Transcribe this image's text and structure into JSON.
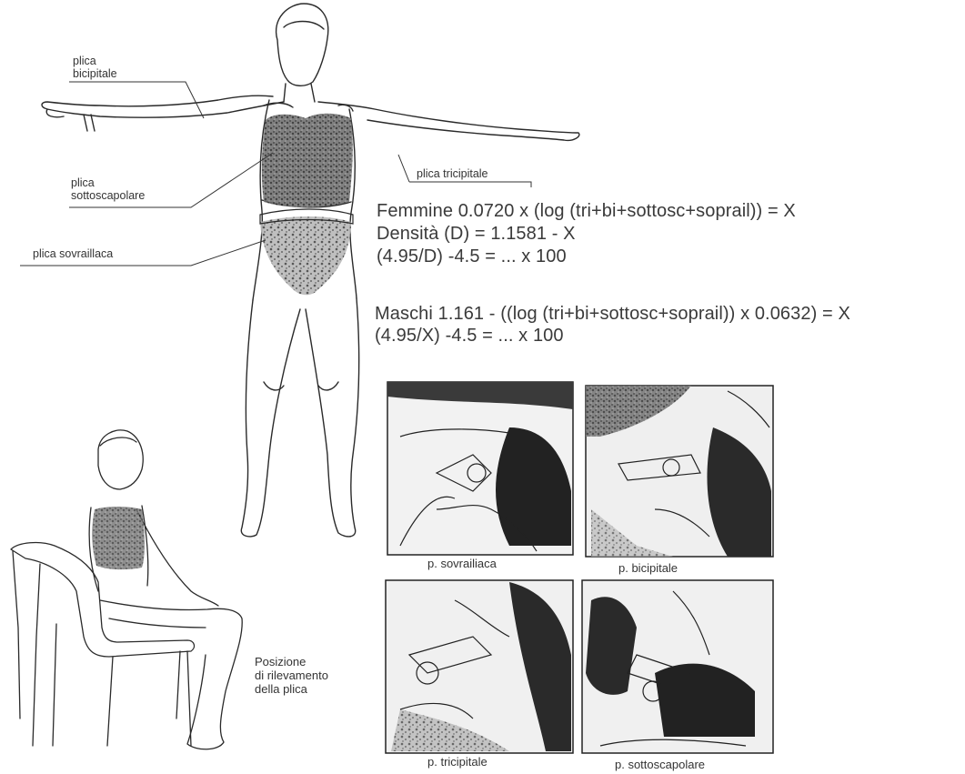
{
  "callouts": {
    "bicipitale": [
      "plica",
      "bicipitale"
    ],
    "sottoscapolare": [
      "plica",
      "sottoscapolare"
    ],
    "sovraillaca": "plica sovraillaca",
    "tricipitale": "plica tricipitale"
  },
  "formulas": {
    "femmine": [
      "Femmine 0.0720 x (log (tri+bi+sottosc+soprail)) = X",
      "Densità (D) = 1.1581 - X",
      "(4.95/D) -4.5 = ... x 100"
    ],
    "maschi": [
      "Maschi 1.161 - ((log (tri+bi+sottosc+soprail)) x 0.0632) = X",
      "(4.95/X) -4.5 = ... x 100"
    ]
  },
  "panels": [
    {
      "caption": "p. sovrailiaca"
    },
    {
      "caption": "p. bicipitale"
    },
    {
      "caption": "p. tricipitale"
    },
    {
      "caption": "p. sottoscapolare"
    }
  ],
  "posizione": [
    "Posizione",
    "di rilevamento",
    "della plica"
  ],
  "colors": {
    "ink": "#2a2a2a",
    "shade": "#4a4a4a",
    "paper": "#ffffff"
  }
}
